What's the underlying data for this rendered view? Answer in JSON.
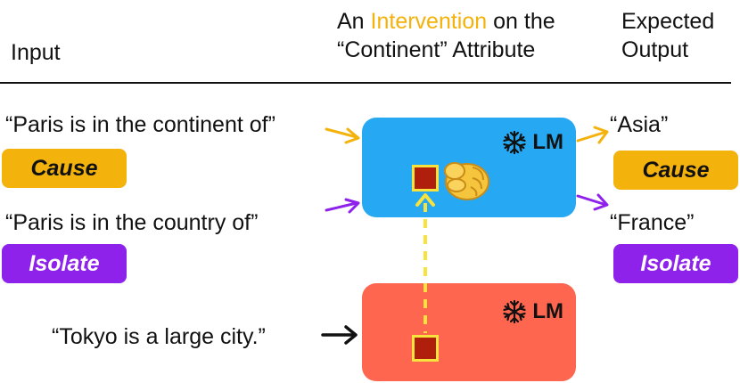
{
  "headers": {
    "input": "Input",
    "intervention_prefix": "An ",
    "intervention_accent": "Intervention",
    "intervention_suffix": " on the",
    "intervention_line2": "“Continent” Attribute",
    "expected_line1": "Expected",
    "expected_line2": "Output"
  },
  "inputs": {
    "prompt1": "“Paris is in the continent of”",
    "prompt2": "“Paris is in the country of”",
    "prompt3": "“Tokyo is a large city.”"
  },
  "tags": {
    "cause": "Cause",
    "isolate": "Isolate"
  },
  "outputs": {
    "output1": "“Asia”",
    "output2": "“France”"
  },
  "model": {
    "label": "LM",
    "frozen_icon": "snowflake-icon"
  },
  "colors": {
    "cause": "#f3b20c",
    "isolate": "#8e22ea",
    "lm_top": "#27a8f2",
    "lm_bottom": "#fe6650",
    "node_fill": "#b01e0c",
    "node_border": "#f7e33b",
    "patch_line": "#f7e33b"
  }
}
